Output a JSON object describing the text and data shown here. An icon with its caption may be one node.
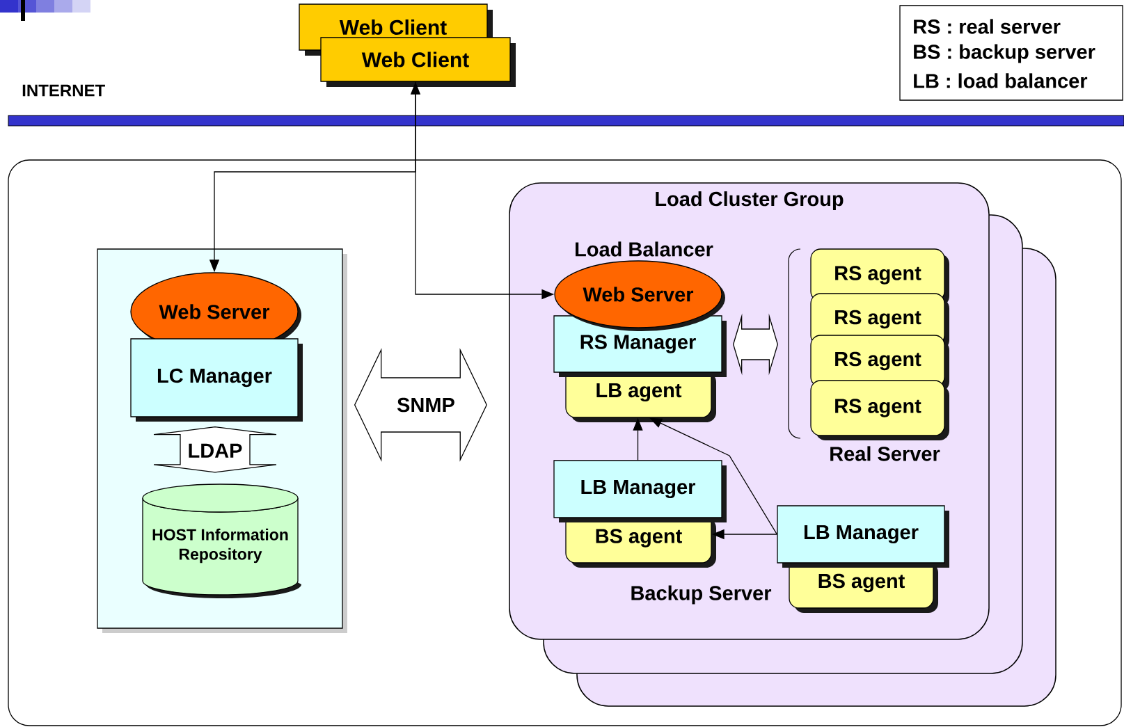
{
  "diagram": {
    "nodes": [
      {
        "text": [
          "Web Client"
        ]
      },
      {
        "text": [
          "Web Client"
        ]
      },
      {
        "text": [],
        "shape": "box"
      },
      {
        "text": [],
        "shape": "box",
        "in": 2
      },
      {
        "text": [
          "Web Server"
        ],
        "in": 3
      },
      {
        "text": [
          "LC Manager"
        ],
        "in": 3
      },
      {
        "text": [
          "HOST Information Repository"
        ],
        "in": 3
      },
      {
        "text": [
          "Load Cluster Group"
        ],
        "in": 2
      },
      {
        "text": [
          "Web Server"
        ],
        "in": 7
      },
      {
        "text": [
          "RS Manager"
        ],
        "in": 7
      },
      {
        "text": [
          "LB agent"
        ],
        "in": 7
      },
      {
        "text": [
          "RS agent"
        ],
        "in": 7
      },
      {
        "text": [
          "RS agent"
        ],
        "in": 7
      },
      {
        "text": [
          "RS agent"
        ],
        "in": 7
      },
      {
        "text": [
          "RS agent"
        ],
        "in": 7
      },
      {
        "text": [
          "LB Manager"
        ],
        "in": 7
      },
      {
        "text": [
          "BS agent"
        ],
        "in": 7
      },
      {
        "text": [
          "LB Manager"
        ],
        "in": 7
      },
      {
        "text": [
          "BS agent"
        ],
        "in": 7
      }
    ],
    "edges": [
      {
        "from": 1,
        "to": 4,
        "arrow": "both"
      },
      {
        "from": 1,
        "to": 8,
        "arrow": "to"
      },
      {
        "from": 5,
        "to": 6,
        "arrow": "both",
        "label": "LDAP",
        "style": "thick"
      },
      {
        "from": 3,
        "to": 7,
        "arrow": "both",
        "label": "SNMP",
        "style": "thick"
      },
      {
        "from": 9,
        "to": 12,
        "arrow": "both",
        "style": "thick"
      },
      {
        "from": 15,
        "to": 10,
        "arrow": "to"
      },
      {
        "from": 17,
        "to": 10,
        "arrow": "to"
      },
      {
        "from": 17,
        "to": 16,
        "arrow": "to"
      }
    ],
    "labels": [
      "RS : real server",
      "BS : backup server",
      "LB : load balancer",
      "INTERNET",
      "Load Balancer",
      "Real Server",
      "Backup Server"
    ]
  }
}
